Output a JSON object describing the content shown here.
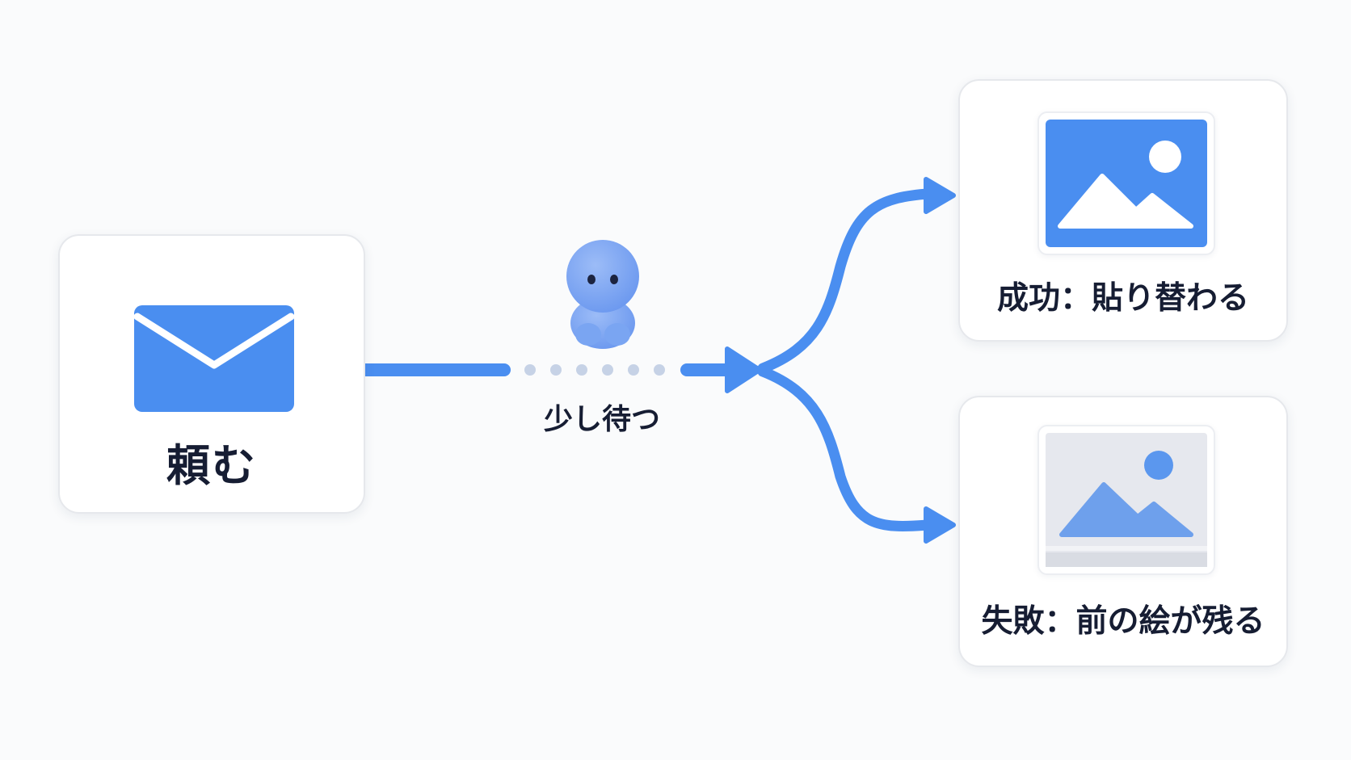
{
  "nodes": {
    "request": {
      "label": "頼む",
      "icon": "envelope-icon"
    },
    "wait": {
      "label": "少し待つ",
      "icon": "waiting-figure-icon"
    },
    "success": {
      "label": "成功：貼り替わる",
      "icon": "image-icon"
    },
    "failure": {
      "label": "失敗：前の絵が残る",
      "icon": "faded-image-icon"
    }
  },
  "colors": {
    "accent": "#4a8ef0",
    "text": "#161d33",
    "card_border": "#e6e8ec",
    "dots": "#c6d2e6",
    "faded_image_bg": "#e6e8ee",
    "mascot": "#7aa5f2"
  }
}
